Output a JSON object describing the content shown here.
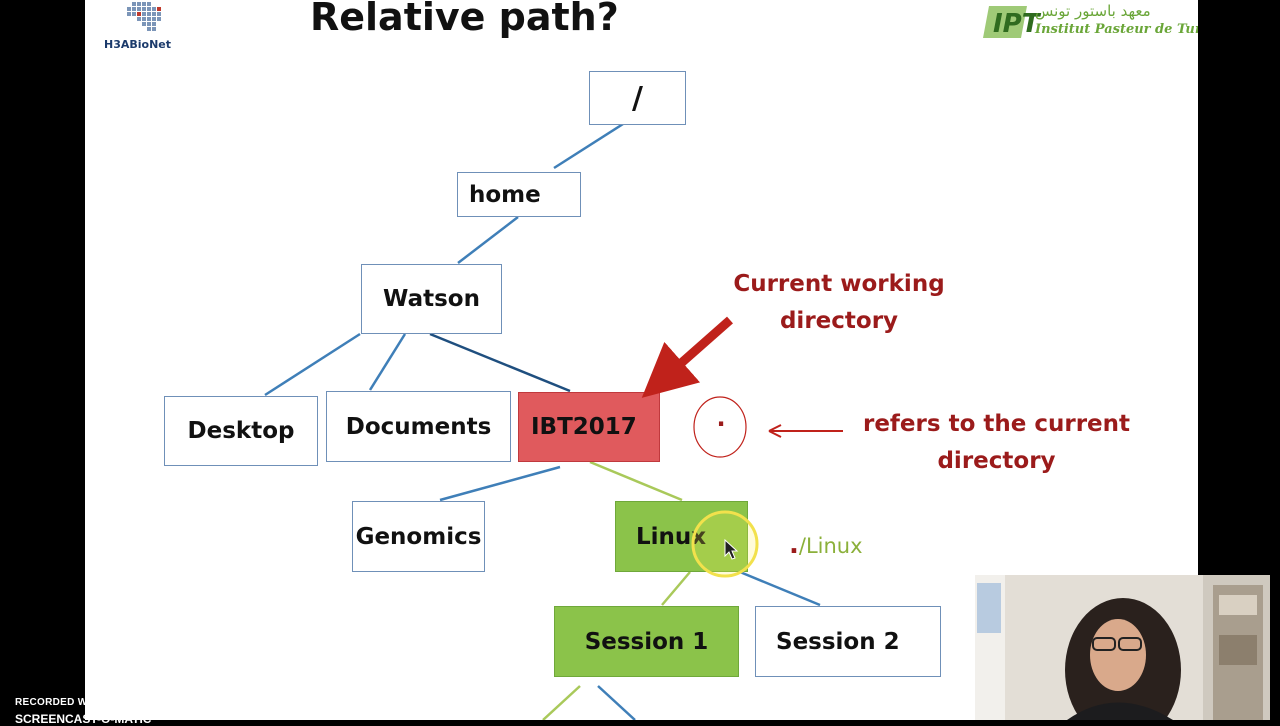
{
  "slide": {
    "title": "Relative path?",
    "logo_left_text": "H3ABioNet",
    "logo_right_arabic": "معهد باستور تونس",
    "logo_right_latin": "Institut Pasteur de Tunis"
  },
  "tree": {
    "nodes": {
      "root": "/",
      "home": "home",
      "watson": "Watson",
      "desktop": "Desktop",
      "documents": "Documents",
      "ibt2017": "IBT2017",
      "genomics": "Genomics",
      "linux": "Linux",
      "session1": "Session 1",
      "session2": "Session 2"
    }
  },
  "annotations": {
    "cwd_line1": "Current working",
    "cwd_line2": "directory",
    "dot_symbol": ".",
    "dot_desc_line1": "refers to the current",
    "dot_desc_line2": "directory",
    "relative_path_dot": ".",
    "relative_path_rest": "/Linux"
  },
  "watermark": {
    "line1": "RECORDED WITH",
    "line2": "SCREENCAST-O-MATIC"
  },
  "colors": {
    "cwd_fill": "#e05a5d",
    "path_fill": "#8bc34a",
    "annotation": "#9b1b1b",
    "edge_blue": "#3f7fb8",
    "edge_green": "#a9c95a"
  }
}
